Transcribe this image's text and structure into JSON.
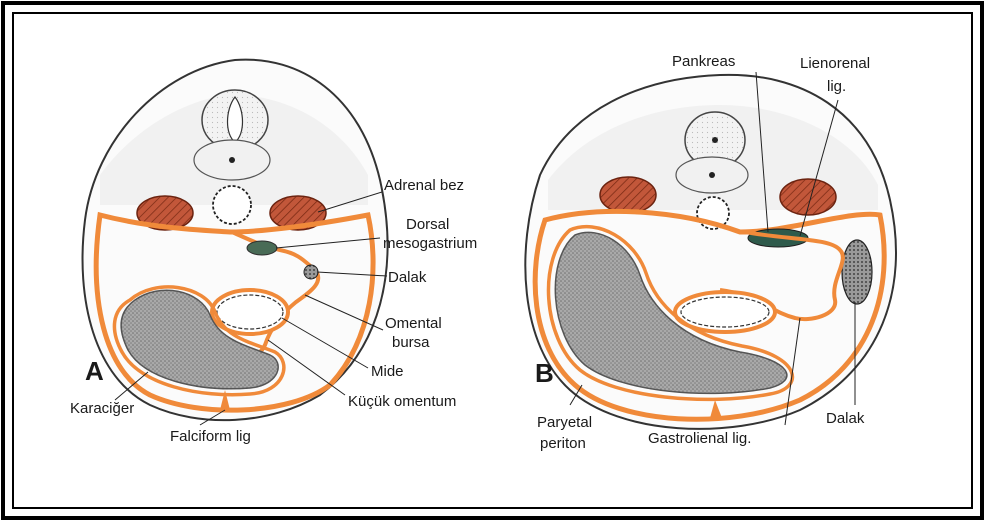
{
  "panels": {
    "a": "A",
    "b": "B"
  },
  "labels_a": {
    "adrenal": "Adrenal bez",
    "dorsal_1": "Dorsal",
    "dorsal_2": "mesogastrium",
    "dalak": "Dalak",
    "omental_1": "Omental",
    "omental_2": "bursa",
    "mide": "Mide",
    "kucuk": "Küçük omentum",
    "karaciger": "Karaciğer",
    "falciform": "Falciform lig"
  },
  "labels_b": {
    "pankreas": "Pankreas",
    "lienorenal_1": "Lienorenal",
    "lienorenal_2": "lig.",
    "paryetal_1": "Paryetal",
    "paryetal_2": "periton",
    "gastrolienal": "Gastrolienal lig.",
    "dalak": "Dalak"
  },
  "colors": {
    "peritoneum": "#f08a3a",
    "kidney": "#b8502e",
    "liver": "#8f8f8f",
    "ink": "#1a1a1a"
  }
}
